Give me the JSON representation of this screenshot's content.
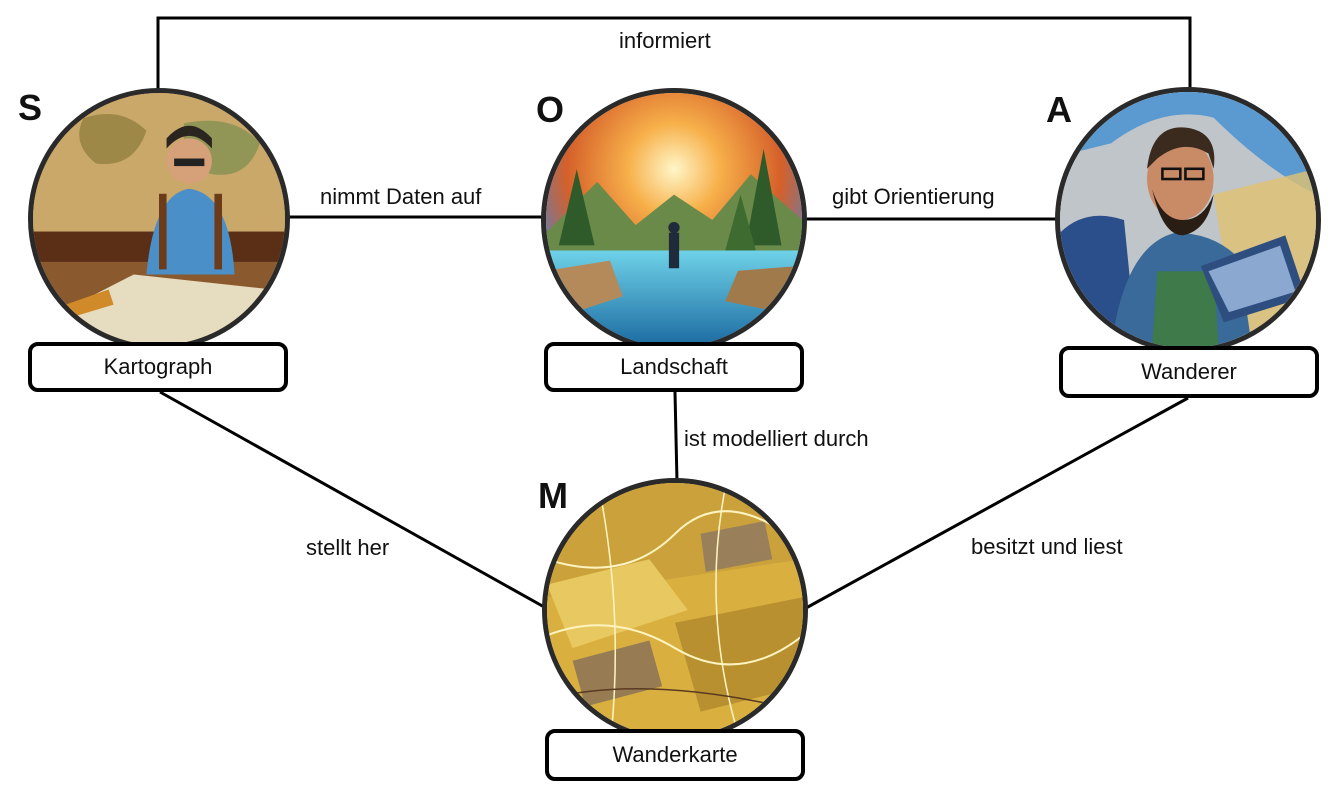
{
  "nodes": {
    "subject": {
      "letter": "S",
      "label": "Kartograph"
    },
    "object": {
      "letter": "O",
      "label": "Landschaft"
    },
    "agent": {
      "letter": "A",
      "label": "Wanderer"
    },
    "model": {
      "letter": "M",
      "label": "Wanderkarte"
    }
  },
  "edges": {
    "informiert": "informiert",
    "nimmt_daten_auf": "nimmt Daten auf",
    "gibt_orientierung": "gibt Orientierung",
    "ist_modelliert_durch": "ist modelliert durch",
    "stellt_her": "stellt her",
    "besitzt_und_liest": "besitzt und liest"
  },
  "colors": {
    "line": "#000000",
    "circle_border": "#2a2a2a"
  },
  "images": {
    "subject": "cartographer-illustration",
    "object": "landscape-illustration",
    "agent": "hiker-illustration",
    "model": "map-illustration"
  }
}
